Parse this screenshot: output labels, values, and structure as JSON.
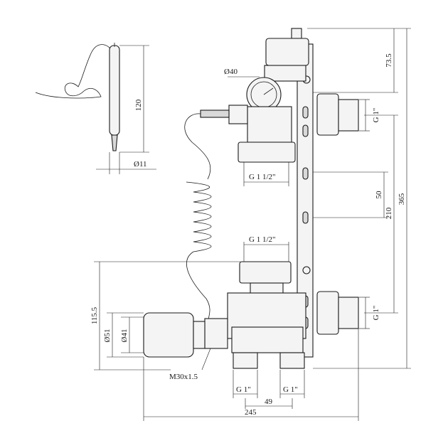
{
  "dimensions": {
    "sensor_length": "120",
    "sensor_diameter": "Ø11",
    "gauge_diameter": "Ø40",
    "top_offset": "73.5",
    "outlet_thread_top": "G 1\"",
    "outlet_thread_bottom": "G 1\"",
    "inlet_thread_top": "G 1 1/2\"",
    "inlet_thread_mid": "G 1 1/2\"",
    "slot_spacing": "50",
    "outlet_spacing": "210",
    "total_height": "365",
    "lower_height": "115.5",
    "head_outer_diameter": "Ø51",
    "head_inner_diameter": "Ø41",
    "head_thread": "M30x1.5",
    "bottom_thread_left": "G 1\"",
    "bottom_thread_right": "G 1\"",
    "bottom_spacing": "49",
    "total_width": "245"
  }
}
